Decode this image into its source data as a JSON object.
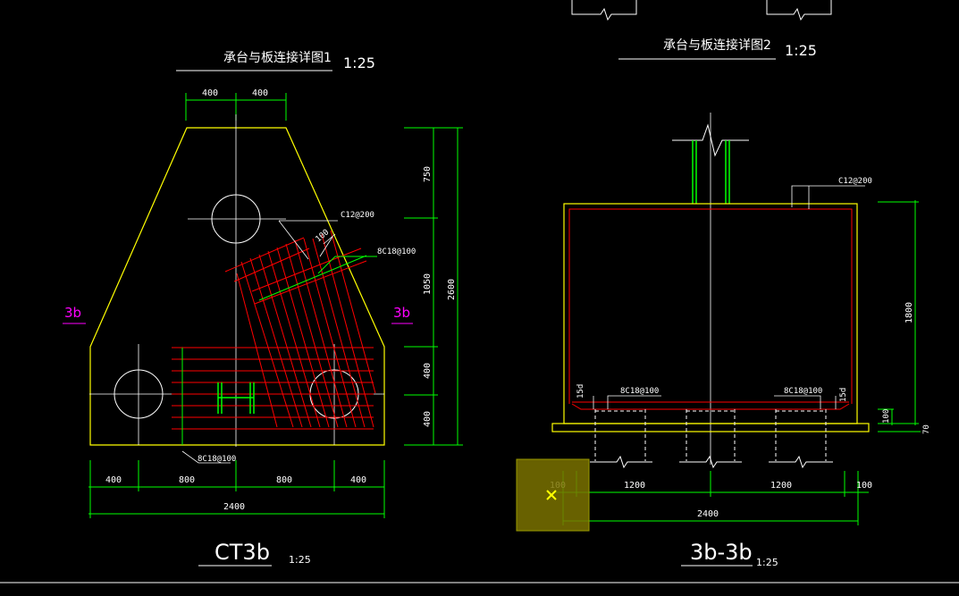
{
  "colors": {
    "background": "#000000",
    "outline": "#ffff00",
    "dimension": "#00ff00",
    "rebar": "#ff0000",
    "centerline": "#ffffff",
    "section_mark": "#ff00ff",
    "selection_box": "#7a7200",
    "cursor": "#ffff00"
  },
  "left_view": {
    "title": "承台与板连接详图1",
    "title_scale": "1:25",
    "top_dims": [
      "400",
      "400"
    ],
    "right_dims": [
      "750",
      "1050",
      "400",
      "400"
    ],
    "right_total": "2600",
    "bottom_dims": [
      "400",
      "800",
      "800",
      "400"
    ],
    "bottom_total": "2400",
    "rebar_label_1": "C12@200",
    "rebar_label_2": "8C18@100",
    "rebar_label_3": "8C18@100",
    "dim_100": "100",
    "section_mark_left": "3b",
    "section_mark_right": "3b",
    "name": "CT3b",
    "name_scale": "1:25"
  },
  "right_view": {
    "title": "承台与板连接详图2",
    "title_scale": "1:25",
    "rebar_top": "C12@200",
    "rebar_bottom_left": "8C18@100",
    "rebar_bottom_right": "8C18@100",
    "hook_left": "15d",
    "hook_right": "15d",
    "height_dim": "1800",
    "cover_dim": "100",
    "base_dim": "70",
    "bottom_dims": [
      "100",
      "1200",
      "1200",
      "100"
    ],
    "bottom_total": "2400",
    "name": "3b-3b",
    "name_scale": "1:25"
  }
}
